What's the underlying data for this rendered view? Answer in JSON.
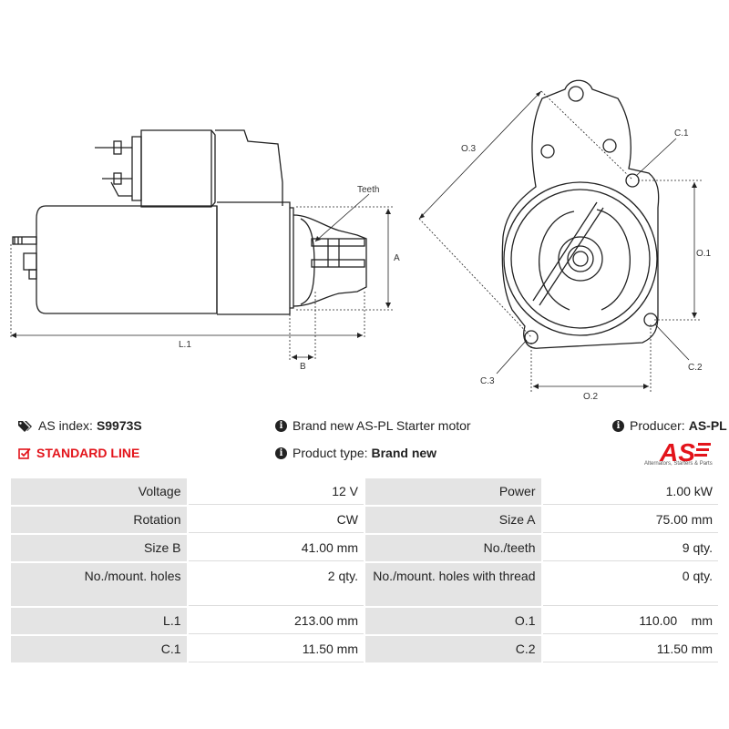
{
  "drawing": {
    "labels": {
      "teeth": "Teeth",
      "a": "A",
      "l1": "L.1",
      "b": "B",
      "o3": "O.3",
      "c1": "C.1",
      "o1": "O.1",
      "c2": "C.2",
      "c3": "C.3",
      "o2": "O.2"
    }
  },
  "info": {
    "as_index_label": "AS index:",
    "as_index_value": "S9973S",
    "standard_line": "STANDARD LINE",
    "brand_text": "Brand new AS-PL Starter motor",
    "product_type_label": "Product type:",
    "product_type_value": "Brand new",
    "producer_label": "Producer:",
    "producer_value": "AS-PL"
  },
  "logo": {
    "text": "AS",
    "subtitle": "Alternators, Starters & Parts"
  },
  "specs": [
    {
      "l1": "Voltage",
      "v1": "12 V",
      "l2": "Power",
      "v2": "1.00 kW"
    },
    {
      "l1": "Rotation",
      "v1": "CW",
      "l2": "Size A",
      "v2": "75.00 mm"
    },
    {
      "l1": "Size B",
      "v1": "41.00 mm",
      "l2": "No./teeth",
      "v2": "9 qty."
    },
    {
      "l1": "No./mount. holes",
      "v1": "2 qty.",
      "l2": "No./mount. holes with thread",
      "v2": "0 qty."
    },
    {
      "l1": "L.1",
      "v1": "213.00 mm",
      "l2": "O.1",
      "v2": "110.00    mm"
    },
    {
      "l1": "C.1",
      "v1": "11.50 mm",
      "l2": "C.2",
      "v2": "11.50 mm"
    }
  ]
}
